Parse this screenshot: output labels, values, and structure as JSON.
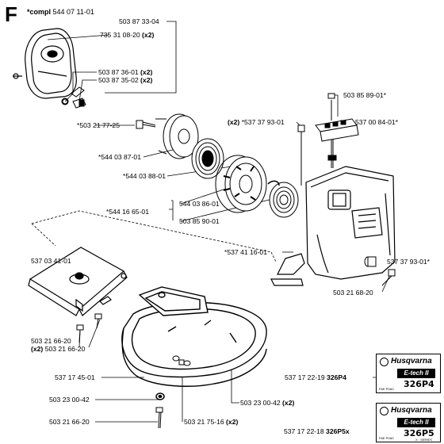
{
  "section": "F",
  "compl": {
    "prefix": "*compl",
    "number": "544 07 11-01"
  },
  "labels": [
    {
      "id": "p1",
      "text": "503 87 33-04",
      "qty": ""
    },
    {
      "id": "p2",
      "text": "735 31 08-20",
      "qty": "(x2)"
    },
    {
      "id": "p3",
      "text": "503 87 36-01",
      "qty": "(x2)"
    },
    {
      "id": "p4",
      "text": "503 87 35-02",
      "qty": "(x2)"
    },
    {
      "id": "p5",
      "text": "503 85 89-01*",
      "qty": ""
    },
    {
      "id": "p6",
      "text": "*503 21 77-25",
      "qty": ""
    },
    {
      "id": "p7",
      "text": "*537 37 93-01",
      "qty": "(x2)"
    },
    {
      "id": "p8",
      "text": "537 00 84-01*",
      "qty": ""
    },
    {
      "id": "p9",
      "text": "*544 03 87-01",
      "qty": ""
    },
    {
      "id": "p10",
      "text": "*544 03 88-01",
      "qty": ""
    },
    {
      "id": "p11",
      "text": "544 03 86-01",
      "qty": ""
    },
    {
      "id": "p12",
      "text": "*544 16 65-01",
      "qty": ""
    },
    {
      "id": "p13",
      "text": "503 85 90-01",
      "qty": ""
    },
    {
      "id": "p14",
      "text": "*537 41 16-01",
      "qty": ""
    },
    {
      "id": "p15",
      "text": "537 03 41-01",
      "qty": ""
    },
    {
      "id": "p16",
      "text": "537 37 93-01*",
      "qty": ""
    },
    {
      "id": "p17",
      "text": "503 21 68-20",
      "qty": ""
    },
    {
      "id": "p18",
      "text": "503 21 66-20",
      "qty": ""
    },
    {
      "id": "p19",
      "text": "503 21 66-20",
      "qty": "(x2)"
    },
    {
      "id": "p20",
      "text": "537 17 45-01",
      "qty": ""
    },
    {
      "id": "p21",
      "text": "537 17 22-19",
      "qty": "326P4"
    },
    {
      "id": "p22",
      "text": "503 23 00-42",
      "qty": "(x2)"
    },
    {
      "id": "p23",
      "text": "503 23 00-42",
      "qty": ""
    },
    {
      "id": "p24",
      "text": "537 17 22-18",
      "qty": "326P5x"
    },
    {
      "id": "p25",
      "text": "503 21 66-20",
      "qty": ""
    },
    {
      "id": "p26",
      "text": "503 21 75-16",
      "qty": "(x2)"
    }
  ],
  "decals": [
    {
      "brand": "Husqvarna",
      "series": "E-tech II",
      "model": "326P4",
      "note": "",
      "code": "FAE P0AC"
    },
    {
      "brand": "Husqvarna",
      "series": "E-tech II",
      "model": "326P5",
      "note": "X · SERIES",
      "code": "FAE P0AC"
    }
  ]
}
